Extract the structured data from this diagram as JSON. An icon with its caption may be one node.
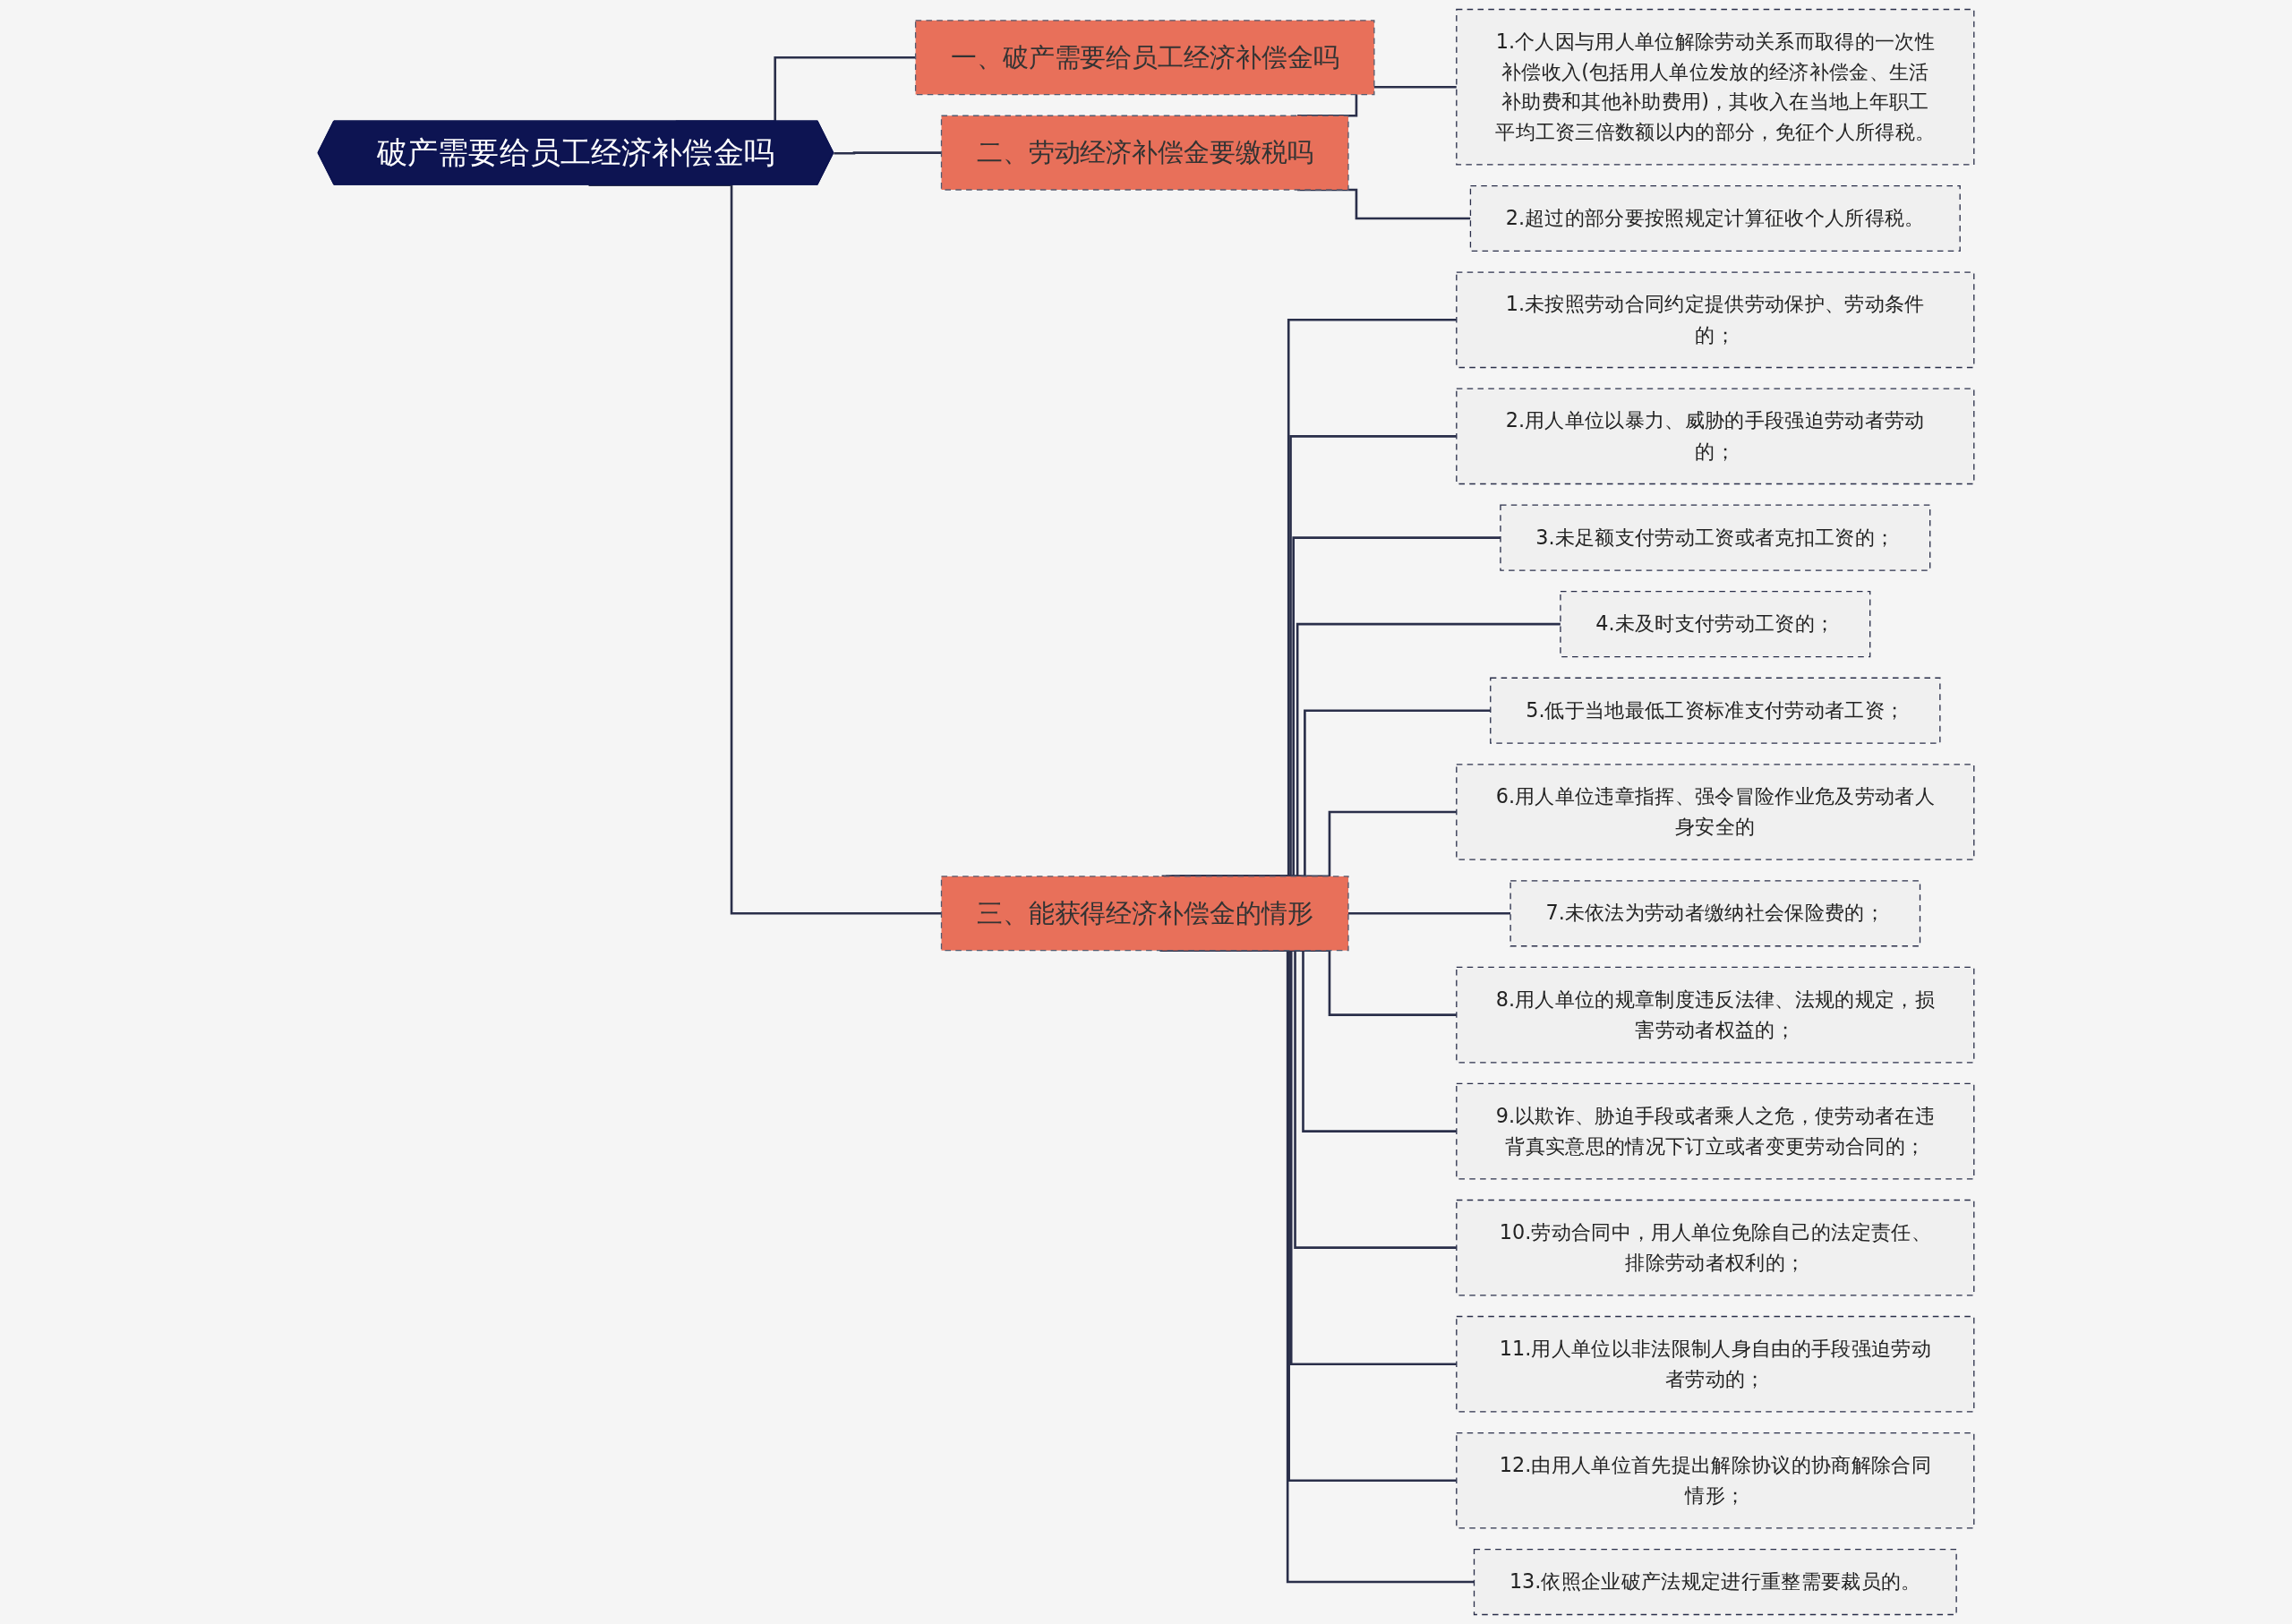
{
  "diagram": {
    "nodes": [
      {
        "text": [
          "破产需要给员工经济补偿金吗"
        ]
      },
      {
        "text": [
          "一、破产需要给员工经济补偿金吗"
        ]
      },
      {
        "text": [
          "二、劳动经济补偿金要缴税吗"
        ]
      },
      {
        "text": [
          "1.个人因与用人单位解除劳动关系而取得的一次性补偿收入(包括用人单位发放的经济补偿金、生活补助费和其他补助费用)，其收入在当地上年职工平均工资三倍数额以内的部分，免征个人所得税。"
        ]
      },
      {
        "text": [
          "2.超过的部分要按照规定计算征收个人所得税。"
        ]
      },
      {
        "text": [
          "三、能获得经济补偿金的情形"
        ]
      },
      {
        "text": [
          "1.未按照劳动合同约定提供劳动保护、劳动条件的；"
        ]
      },
      {
        "text": [
          "2.用人单位以暴力、威胁的手段强迫劳动者劳动的；"
        ]
      },
      {
        "text": [
          "3.未足额支付劳动工资或者克扣工资的；"
        ]
      },
      {
        "text": [
          "4.未及时支付劳动工资的；"
        ]
      },
      {
        "text": [
          "5.低于当地最低工资标准支付劳动者工资；"
        ]
      },
      {
        "text": [
          "6.用人单位违章指挥、强令冒险作业危及劳动者人身安全的"
        ]
      },
      {
        "text": [
          "7.未依法为劳动者缴纳社会保险费的；"
        ]
      },
      {
        "text": [
          "8.用人单位的规章制度违反法律、法规的规定，损害劳动者权益的；"
        ]
      },
      {
        "text": [
          "9.以欺诈、胁迫手段或者乘人之危，使劳动者在违背真实意思的情况下订立或者变更劳动合同的；"
        ]
      },
      {
        "text": [
          "10.劳动合同中，用人单位免除自己的法定责任、排除劳动者权利的；"
        ]
      },
      {
        "text": [
          "11.用人单位以非法限制人身自由的手段强迫劳动者劳动的；"
        ]
      },
      {
        "text": [
          "12.由用人单位首先提出解除协议的协商解除合同情形；"
        ]
      },
      {
        "text": [
          "13.依照企业破产法规定进行重整需要裁员的。"
        ]
      }
    ],
    "edges": [
      {
        "from": 0,
        "to": 1,
        "arrow": "none"
      },
      {
        "from": 0,
        "to": 2,
        "arrow": "none"
      },
      {
        "from": 2,
        "to": 3,
        "arrow": "none"
      },
      {
        "from": 2,
        "to": 4,
        "arrow": "none"
      },
      {
        "from": 0,
        "to": 5,
        "arrow": "none"
      },
      {
        "from": 5,
        "to": 6,
        "arrow": "none"
      },
      {
        "from": 5,
        "to": 7,
        "arrow": "none"
      },
      {
        "from": 5,
        "to": 8,
        "arrow": "none"
      },
      {
        "from": 5,
        "to": 9,
        "arrow": "none"
      },
      {
        "from": 5,
        "to": 10,
        "arrow": "none"
      },
      {
        "from": 5,
        "to": 11,
        "arrow": "none"
      },
      {
        "from": 5,
        "to": 12,
        "arrow": "none"
      },
      {
        "from": 5,
        "to": 13,
        "arrow": "none"
      },
      {
        "from": 5,
        "to": 14,
        "arrow": "none"
      },
      {
        "from": 5,
        "to": 15,
        "arrow": "none"
      },
      {
        "from": 5,
        "to": 16,
        "arrow": "none"
      },
      {
        "from": 5,
        "to": 17,
        "arrow": "none"
      },
      {
        "from": 5,
        "to": 18,
        "arrow": "none"
      }
    ]
  }
}
